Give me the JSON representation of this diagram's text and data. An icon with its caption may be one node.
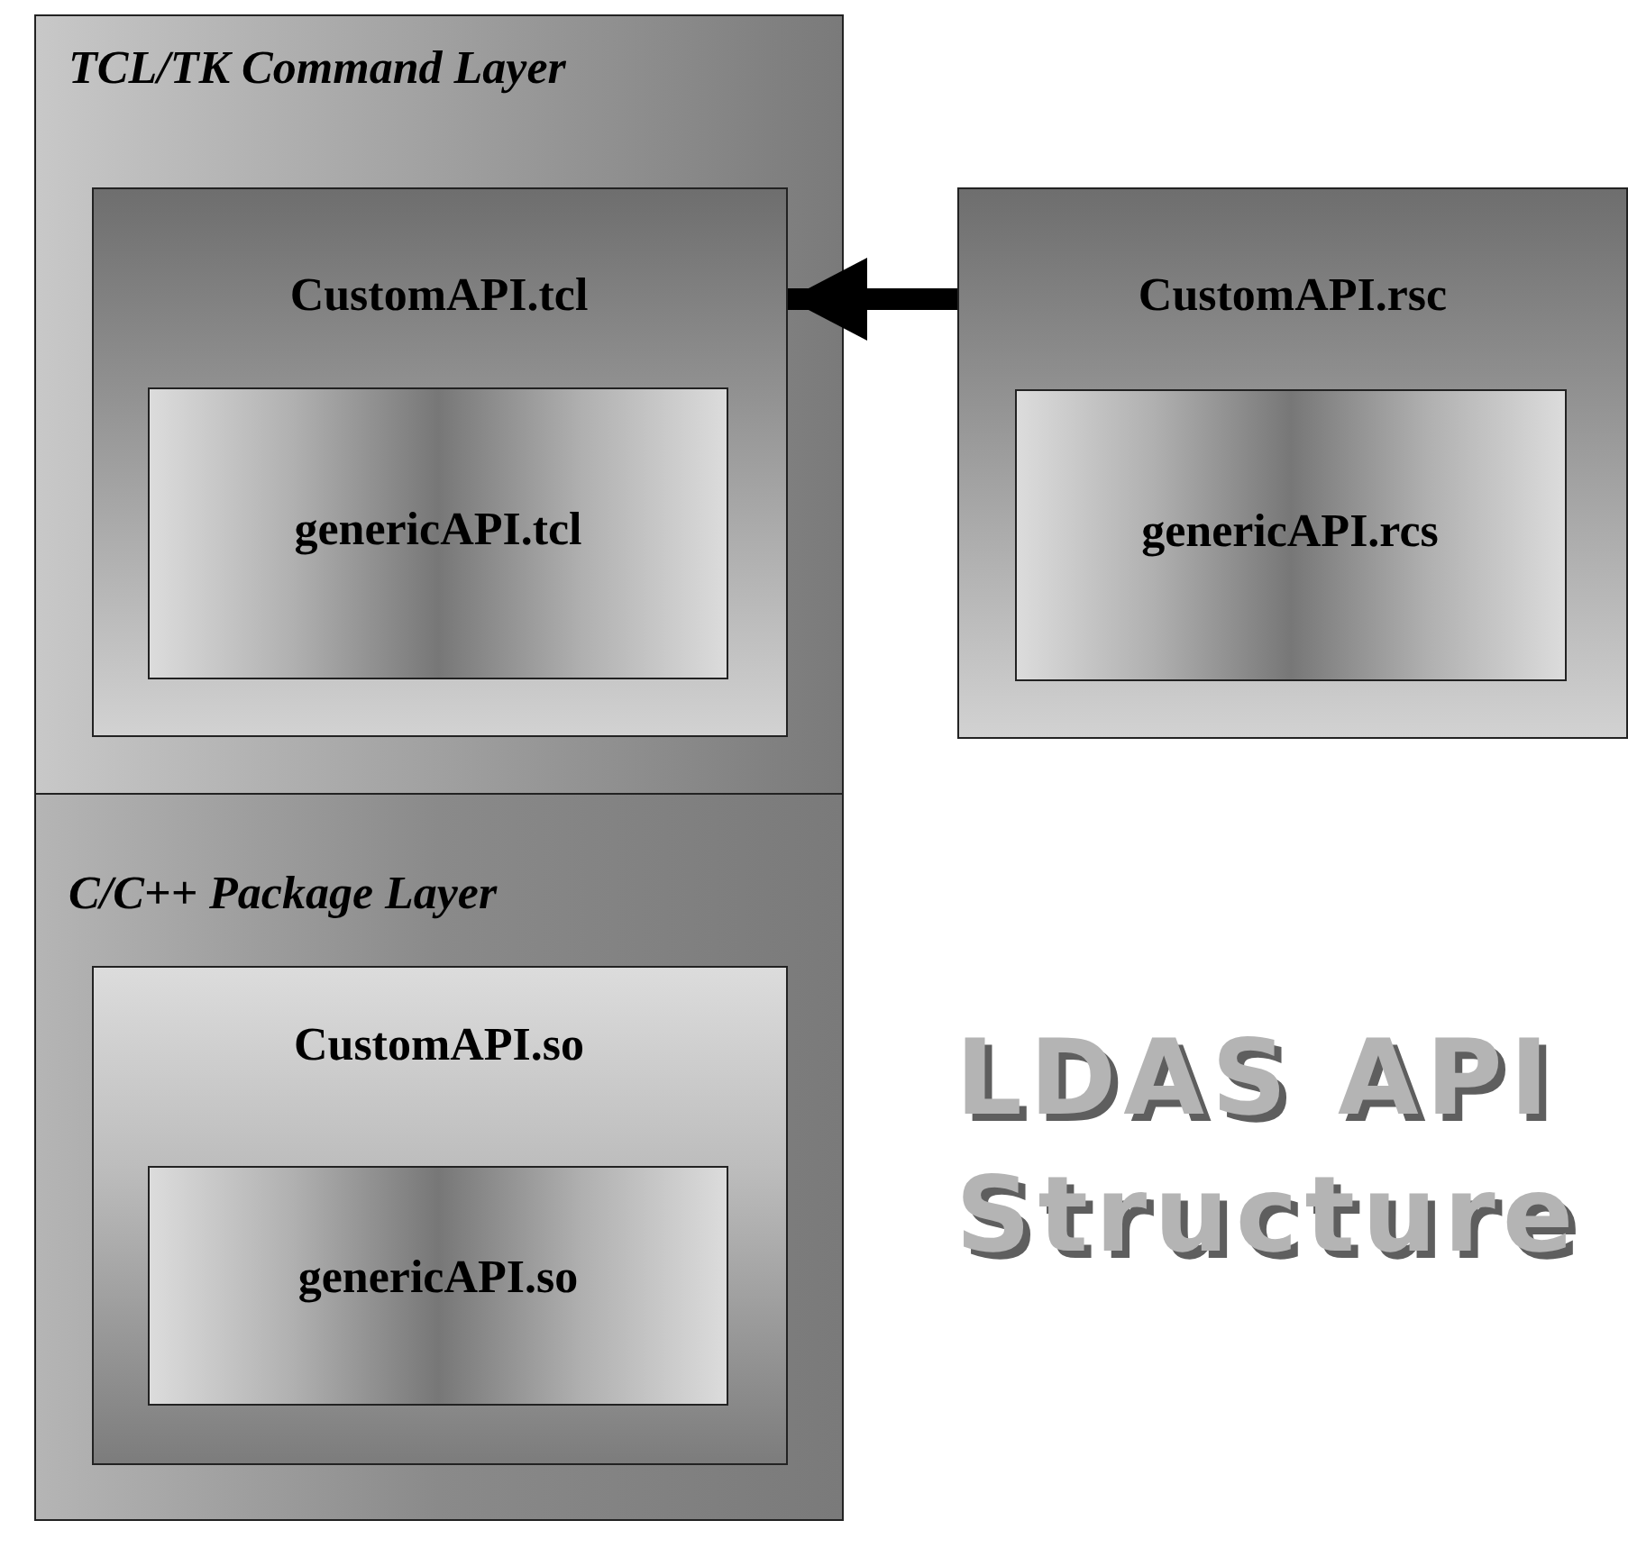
{
  "diagram": {
    "title": "LDAS API Structure",
    "nodes": [
      {
        "text": [
          "TCL/TK Command Layer"
        ]
      },
      {
        "text": [
          "CustomAPI.tcl"
        ],
        "in": 0
      },
      {
        "text": [
          "genericAPI.tcl"
        ],
        "in": 1
      },
      {
        "text": [
          "CustomAPI.rsc"
        ]
      },
      {
        "text": [
          "genericAPI.rcs"
        ],
        "in": 3
      },
      {
        "text": [
          "C/C++ Package Layer"
        ]
      },
      {
        "text": [
          "CustomAPI.so"
        ],
        "in": 5
      },
      {
        "text": [
          "genericAPI.so"
        ],
        "in": 6
      }
    ],
    "edges": [
      {
        "from": 3,
        "to": 1,
        "arrow": "to"
      }
    ]
  }
}
